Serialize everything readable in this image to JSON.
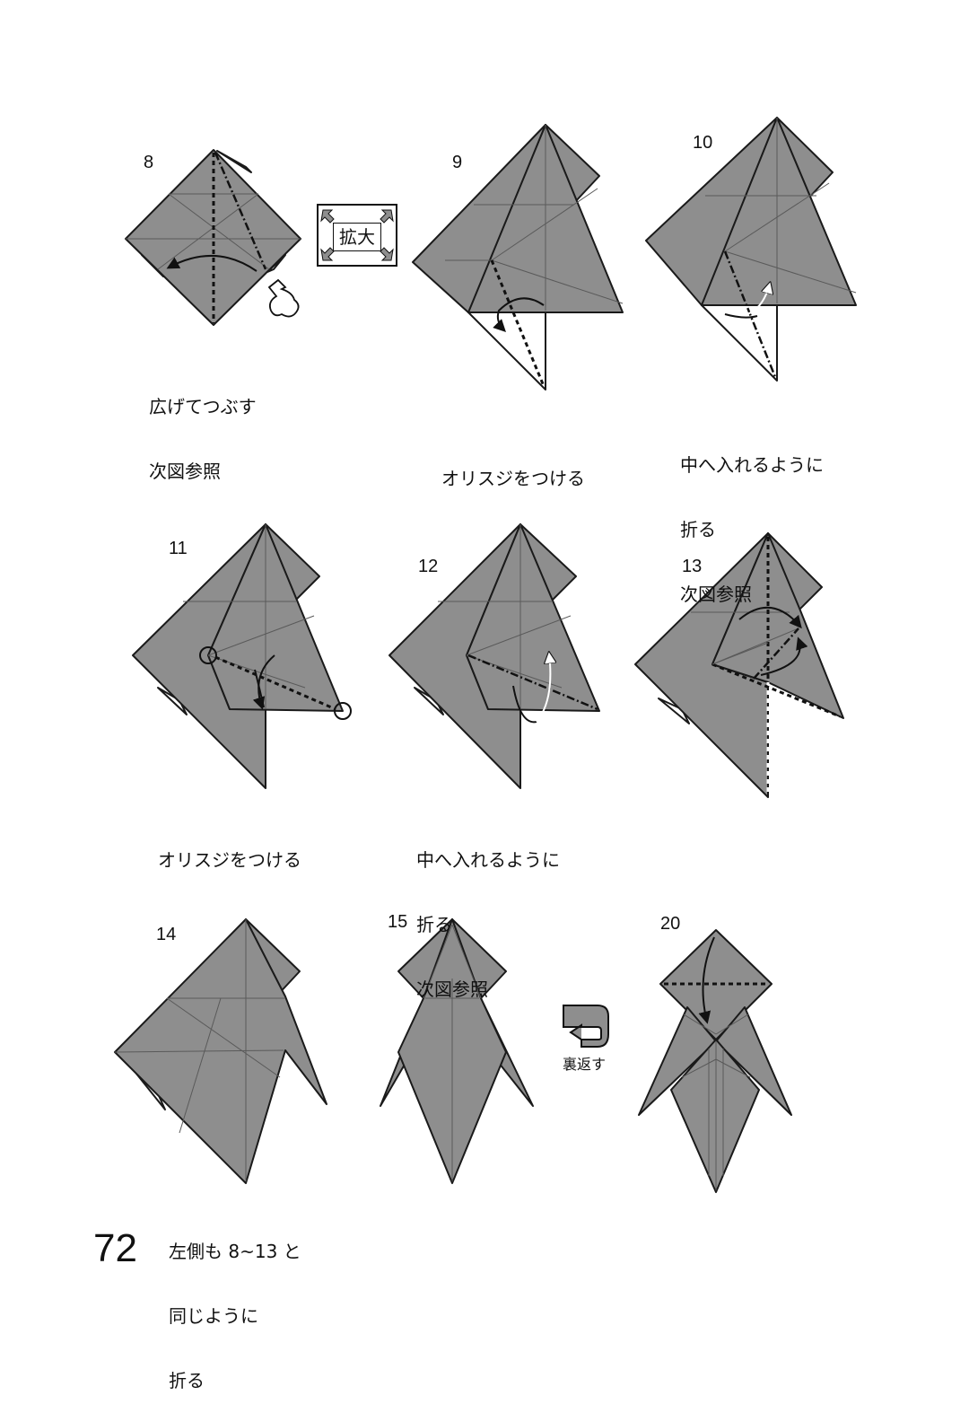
{
  "page_number": "72",
  "zoom_label": "拡大",
  "flip_label": "裏返す",
  "steps": [
    {
      "num": "8",
      "caption": [
        "広げてつぶす",
        "次図参照"
      ]
    },
    {
      "num": "9",
      "caption": [
        "オリスジをつける"
      ]
    },
    {
      "num": "10",
      "caption": [
        "中へ入れるように",
        "折る",
        "次図参照"
      ]
    },
    {
      "num": "11",
      "caption": [
        "オリスジをつける"
      ]
    },
    {
      "num": "12",
      "caption": [
        "中へ入れるように",
        "折る",
        "次図参照"
      ]
    },
    {
      "num": "13",
      "caption": []
    },
    {
      "num": "14",
      "caption": [
        "左側も 8~13 と",
        "同じように",
        "折る"
      ]
    },
    {
      "num": "15",
      "caption": []
    },
    {
      "num": "20",
      "caption": []
    }
  ],
  "colors": {
    "paper": "#8e8e8e",
    "line": "#1a1a1a",
    "background": "#ffffff"
  }
}
